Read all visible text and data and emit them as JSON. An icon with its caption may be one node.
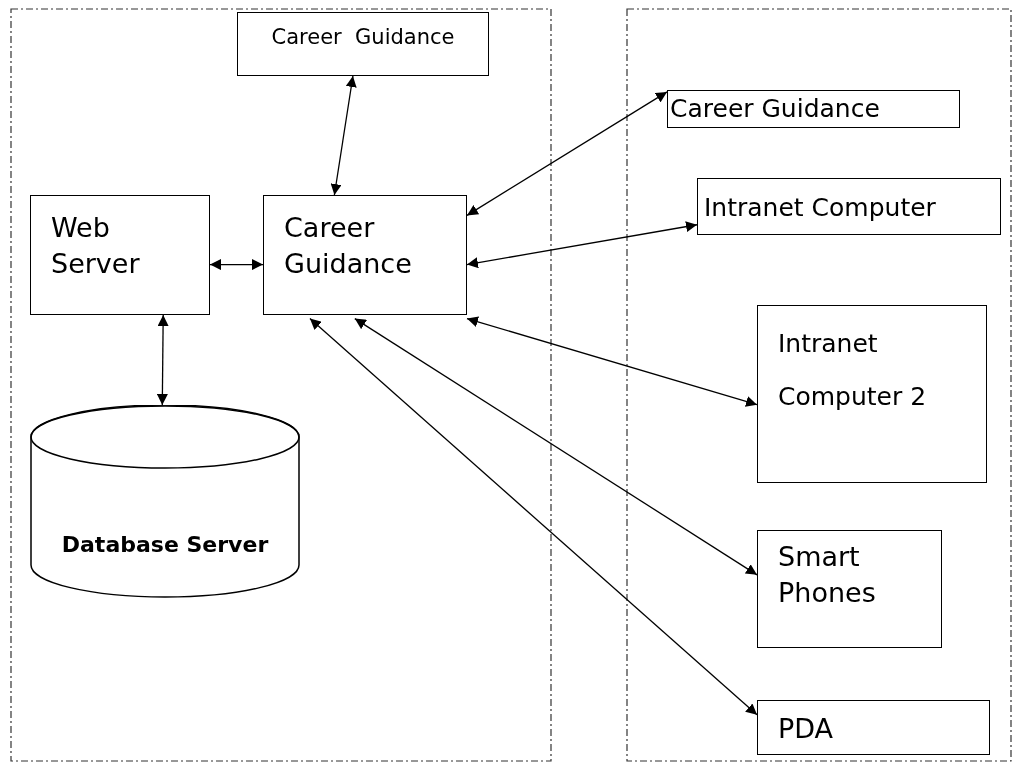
{
  "diagram": {
    "nodes": [
      {
        "text": [],
        "shape": "box"
      },
      {
        "text": [],
        "shape": "box"
      },
      {
        "text": [
          "Career  Guidance"
        ],
        "in": 0
      },
      {
        "text": [
          "Web Server"
        ],
        "in": 0
      },
      {
        "text": [
          "Career Guidance"
        ],
        "in": 0
      },
      {
        "text": [
          "Database Server"
        ],
        "in": 0
      },
      {
        "text": [
          "Career Guidance"
        ],
        "in": 1
      },
      {
        "text": [
          "Intranet Computer"
        ],
        "in": 1
      },
      {
        "text": [
          "Intranet Computer 2"
        ],
        "in": 1
      },
      {
        "text": [
          "Smart Phones"
        ],
        "in": 1
      },
      {
        "text": [
          "PDA"
        ],
        "in": 1
      }
    ],
    "edges": [
      {
        "from": 2,
        "to": 4,
        "arrow": "both"
      },
      {
        "from": 3,
        "to": 4,
        "arrow": "both"
      },
      {
        "from": 3,
        "to": 5,
        "arrow": "both"
      },
      {
        "from": 4,
        "to": 6,
        "arrow": "both"
      },
      {
        "from": 4,
        "to": 7,
        "arrow": "both"
      },
      {
        "from": 4,
        "to": 8,
        "arrow": "both"
      },
      {
        "from": 4,
        "to": 9,
        "arrow": "both"
      },
      {
        "from": 4,
        "to": 10,
        "arrow": "both"
      }
    ]
  }
}
